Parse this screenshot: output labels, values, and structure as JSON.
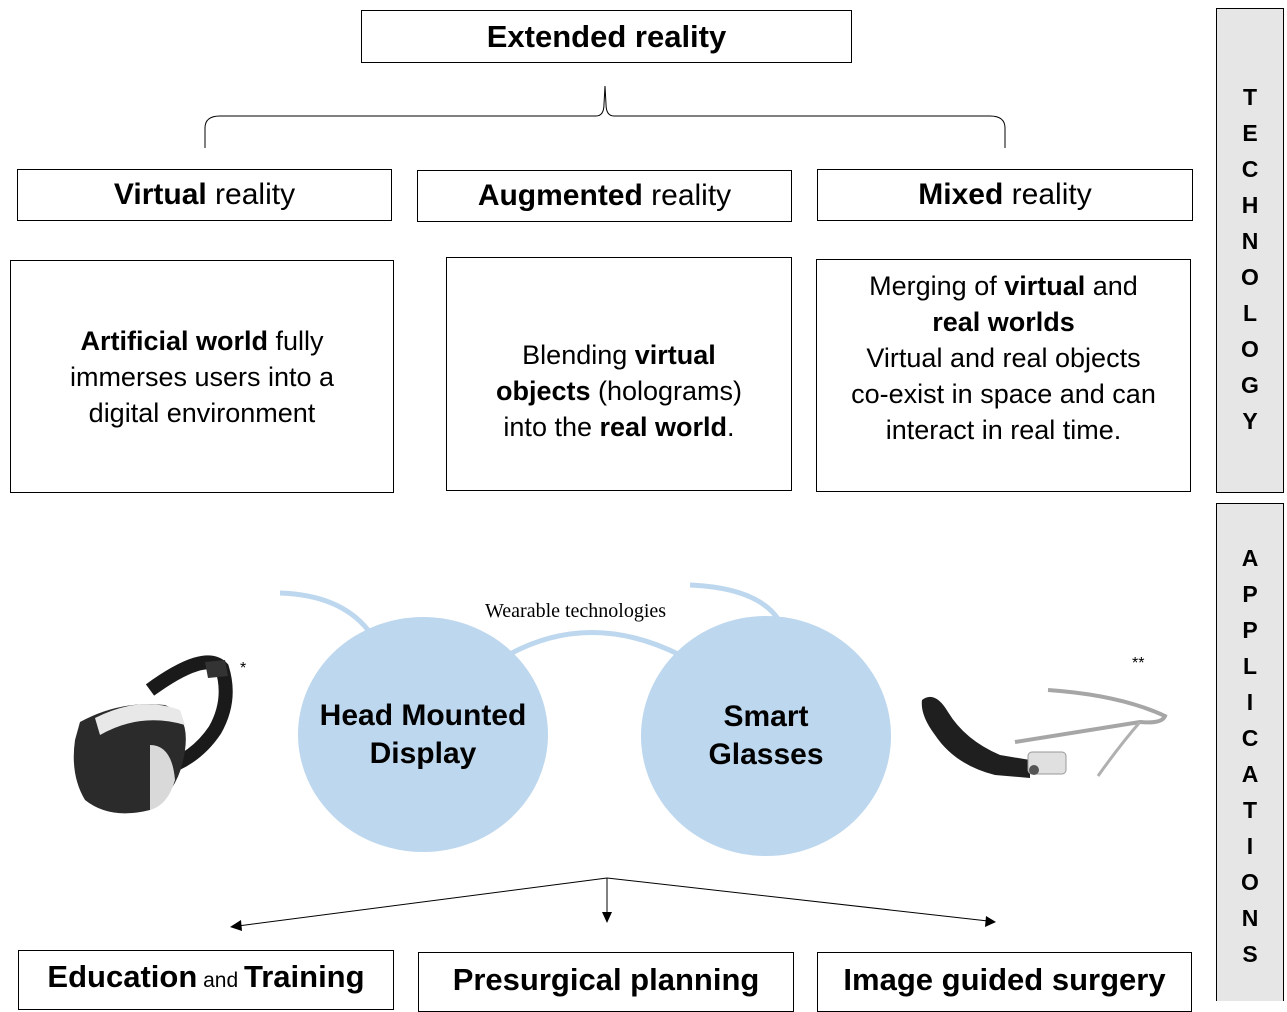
{
  "title": "Extended reality",
  "categories": [
    {
      "bold": "Virtual",
      "rest": " reality"
    },
    {
      "bold": "Augmented",
      "rest": " reality"
    },
    {
      "bold": "Mixed",
      "rest": " reality"
    }
  ],
  "descriptions": {
    "virtual": {
      "b1": "Artificial world",
      "t1": " fully",
      "t2": "immerses users into a",
      "t3": "digital environment"
    },
    "augmented": {
      "t1": "Blending ",
      "b1": "virtual",
      "b2": "objects",
      "t2": " (holograms)",
      "t3": "into the ",
      "b3": "real world",
      "t4": "."
    },
    "mixed": {
      "t1": "Merging of ",
      "b1": "virtual",
      "t2": " and",
      "b2": "real worlds",
      "t3": "Virtual and real objects",
      "t4": "co-exist in space and can",
      "t5": "interact in real time."
    }
  },
  "side_labels": {
    "technology": [
      "T",
      "E",
      "C",
      "H",
      "N",
      "O",
      "L",
      "O",
      "G",
      "Y"
    ],
    "applications": [
      "A",
      "P",
      "P",
      "L",
      "I",
      "C",
      "A",
      "T",
      "I",
      "O",
      "N",
      "S"
    ]
  },
  "wearable_label": "Wearable technologies",
  "devices": {
    "hmd": {
      "line1": "Head Mounted",
      "line2": "Display",
      "note": "*",
      "icon": "vr-headset-icon"
    },
    "glasses": {
      "line1": "Smart",
      "line2": "Glasses",
      "note": "**",
      "icon": "smart-glasses-icon"
    }
  },
  "applications": [
    {
      "part1": "Education",
      "connector": " and ",
      "part2": "Training"
    },
    {
      "label": "Presurgical planning"
    },
    {
      "label": "Image guided surgery"
    }
  ],
  "colors": {
    "circle": "#bdd7ee",
    "side_panel": "#e6e6e6",
    "connector": "#bdd7ee"
  }
}
